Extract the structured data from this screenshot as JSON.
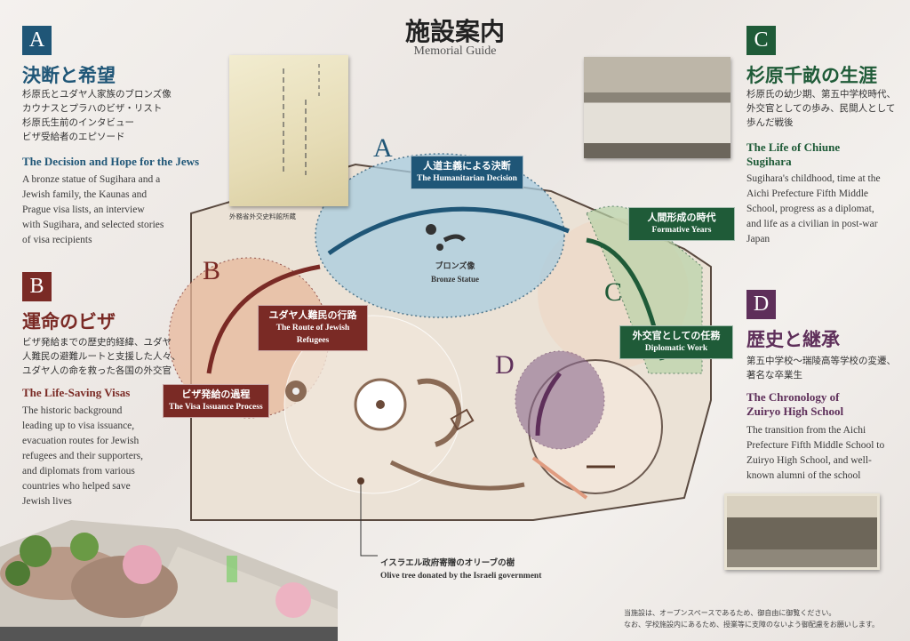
{
  "header": {
    "title": "施設案内",
    "subtitle": "Memorial Guide"
  },
  "colors": {
    "a": "#1f5677",
    "b": "#7a2a25",
    "c": "#1f5b38",
    "d": "#5e2f5a"
  },
  "sections": [
    {
      "letter": "A",
      "title": "決断と希望",
      "jp_lines": [
        "杉原氏とユダヤ人家族のブロンズ像",
        "カウナスとプラハのビザ・リスト",
        "杉原氏生前のインタビュー",
        "ビザ受給者のエピソード"
      ],
      "en_title": "The Decision and Hope for the Jews",
      "en_body": "A bronze statue of Sugihara and a Jewish family, the Kaunas and Prague visa lists, an interview with Sugihara, and selected stories of visa recipients"
    },
    {
      "letter": "B",
      "title": "運命のビザ",
      "jp_lines": [
        "ビザ発給までの歴史的経緯、ユダヤ",
        "人難民の避難ルートと支援した人々、",
        "ユダヤ人の命を救った各国の外交官"
      ],
      "en_title": "The Life-Saving Visas",
      "en_body": "The historic background leading up to visa issuance, evacuation routes for Jewish refugees and their supporters, and diplomats from various countries who helped save Jewish lives"
    },
    {
      "letter": "C",
      "title": "杉原千畝の生涯",
      "jp_lines": [
        "杉原氏の幼少期、第五中学校時代、",
        "外交官としての歩み、民間人として",
        "歩んだ戦後"
      ],
      "en_title": "The Life of Chiune Sugihara",
      "en_body": "Sugihara's childhood, time at the Aichi Prefecture Fifth Middle School, progress as a diplomat, and life as a civilian in post-war Japan"
    },
    {
      "letter": "D",
      "title": "歴史と継承",
      "jp_lines": [
        "第五中学校〜瑞陵高等学校の変遷、",
        "著名な卒業生"
      ],
      "en_title": "The Chronology of Zuiryo High School",
      "en_body": "The transition from the Aichi Prefecture Fifth Middle School to Zuiryo High School, and well-known alumni of the school"
    }
  ],
  "photo_caption": "外務省外交史料館所蔵",
  "map": {
    "zones": [
      "A",
      "B",
      "C",
      "D"
    ],
    "labels": [
      {
        "jp": "人道主義による決断",
        "en": "The Humanitarian Decision"
      },
      {
        "jp": "ユダヤ人難民の行路",
        "en": "The Route of Jewish Refugees"
      },
      {
        "jp": "ビザ発給の過程",
        "en": "The Visa Issuance Process"
      },
      {
        "jp": "人間形成の時代",
        "en": "Formative Years"
      },
      {
        "jp": "外交官としての任務",
        "en": "Diplomatic Work"
      }
    ],
    "statue": {
      "jp": "ブロンズ像",
      "en": "Bronze Statue"
    },
    "olive": {
      "jp": "イスラエル政府寄贈のオリーブの樹",
      "en": "Olive tree donated by the Israeli government"
    }
  },
  "notes": [
    "当施設は、オープンスペースであるため、御自由に御覧ください。",
    "なお、学校施設内にあるため、授業等に支障のないよう御配慮をお願いします。"
  ]
}
